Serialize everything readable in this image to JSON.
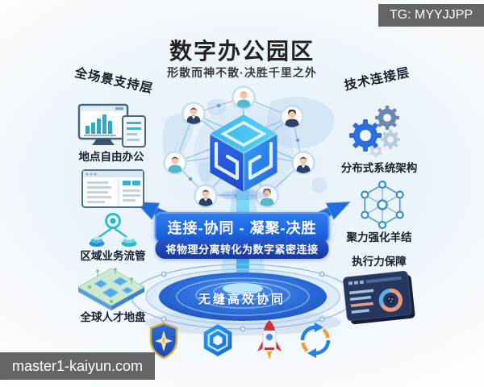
{
  "watermarks": {
    "top_right": "TG: MYYJJPP",
    "bottom_left": "master1-kaiyun.com"
  },
  "header": {
    "title": "数字办公园区",
    "subtitle": "形散而神不散·决胜千里之外"
  },
  "left_panel": {
    "layer_label": "全场景支持层",
    "items": [
      {
        "label": "地点自由办公",
        "icons": [
          "monitor-chart-icon"
        ]
      },
      {
        "label": "区域业务流管",
        "icons": [
          "browser-window-icon",
          "workflow-nodes-icon"
        ]
      },
      {
        "label": "全球人才地盘",
        "icons": [
          "map-tile-icon"
        ]
      }
    ]
  },
  "right_panel": {
    "layer_label": "技术连接层",
    "items": [
      {
        "label": "分布式系统架构",
        "icons": [
          "gears-icon"
        ]
      },
      {
        "label": "聚力强化羊结",
        "icons": [
          "network-polygon-icon"
        ]
      },
      {
        "label": "执行力保障",
        "icons": [
          "dashboard-icon"
        ]
      }
    ]
  },
  "center": {
    "banner_primary": "连接-协同 - 凝聚-决胜",
    "banner_secondary": "将物理分离转化为数字紧密连接",
    "platform_label": "无缝高效协同",
    "hub_icon": "cube-logo",
    "avatar_count": 7
  },
  "footer_icons": [
    "shield-icon",
    "hex-cube-icon",
    "rocket-icon",
    "sync-arrows-icon"
  ],
  "colors": {
    "banner_primary_bg": "#1f6ce0",
    "banner_secondary_bg": "#1d49c0",
    "platform_bg": "#2268d8",
    "beam": "#45c2f0",
    "arrow": "#1f6ce0",
    "watermark_bg": "#656565",
    "title_text": "#232323",
    "label_text": "#15202e"
  }
}
